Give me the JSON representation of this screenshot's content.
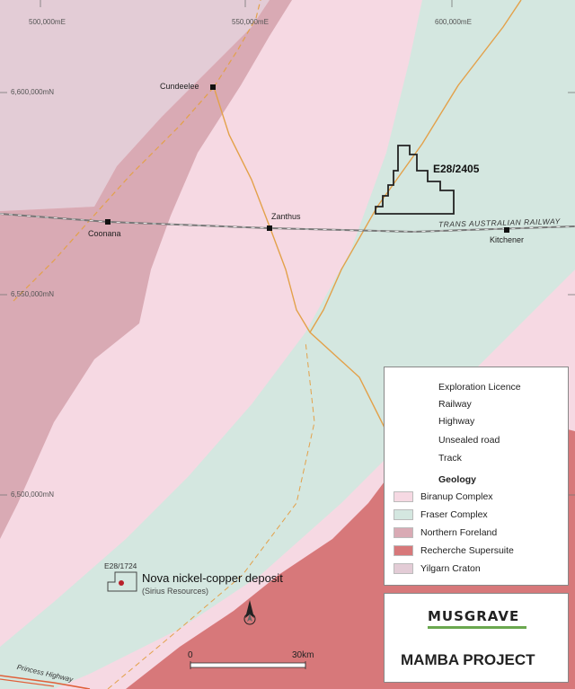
{
  "grid": {
    "eastings": [
      "500,000mE",
      "550,000mE",
      "600,000mE"
    ],
    "northings": [
      "6,600,000mN",
      "6,550,000mN",
      "6,500,000mN"
    ]
  },
  "places": {
    "cundeelee": "Cundeelee",
    "coonana": "Coonana",
    "zanthus": "Zanthus",
    "kitchener": "Kitchener"
  },
  "features": {
    "railway_label": "TRANS AUSTRALIAN RAILWAY",
    "highway_label": "Princess Highway",
    "licence_label": "E28/2405",
    "nova_licence_label": "E28/1724",
    "nova_title": "Nova nickel-copper deposit",
    "nova_sub": "(Sirius Resources)"
  },
  "scale": {
    "start": "0",
    "end": "30km"
  },
  "legend": {
    "items": [
      {
        "label": "Exploration Licence",
        "type": "box"
      },
      {
        "label": "Railway",
        "type": "rail"
      },
      {
        "label": "Highway",
        "type": "highway"
      },
      {
        "label": "Unsealed road",
        "type": "road"
      },
      {
        "label": "Track",
        "type": "track"
      }
    ],
    "geology_title": "Geology",
    "geology": [
      {
        "label": "Biranup Complex",
        "color": "#f6d9e3"
      },
      {
        "label": "Fraser Complex",
        "color": "#d4e7e0"
      },
      {
        "label": "Northern Foreland",
        "color": "#d9aab4"
      },
      {
        "label": "Recherche Supersuite",
        "color": "#d7787a"
      },
      {
        "label": "Yilgarn Craton",
        "color": "#e3ccd6"
      }
    ]
  },
  "logo": {
    "brand": "MUSGRAVE",
    "project": "MAMBA PROJECT"
  },
  "colors": {
    "biranup": "#f6d9e3",
    "fraser": "#d4e7e0",
    "northern_foreland": "#d9aab4",
    "recherche": "#d7787a",
    "yilgarn": "#e3ccd6",
    "road": "#e3a14a",
    "highway": "#e0603a"
  }
}
